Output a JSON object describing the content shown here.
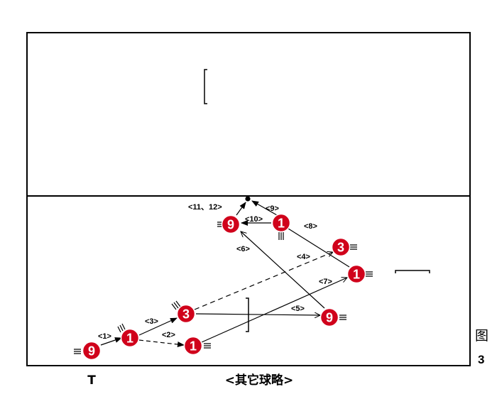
{
  "caption": "<其它球略>",
  "figure": {
    "char": "图",
    "number": "3"
  },
  "setter_mark": "T",
  "players": [
    {
      "id": "p9a",
      "label": "9"
    },
    {
      "id": "p1a",
      "label": "1"
    },
    {
      "id": "p1b",
      "label": "1"
    },
    {
      "id": "p3a",
      "label": "3"
    },
    {
      "id": "p9b",
      "label": "9"
    },
    {
      "id": "p1c",
      "label": "1"
    },
    {
      "id": "p3b",
      "label": "3"
    },
    {
      "id": "p9c",
      "label": "9"
    },
    {
      "id": "p1d",
      "label": "1"
    }
  ],
  "step_labels": [
    {
      "id": "s1",
      "text": "<1>"
    },
    {
      "id": "s2",
      "text": "<2>"
    },
    {
      "id": "s3",
      "text": "<3>"
    },
    {
      "id": "s4",
      "text": "<4>"
    },
    {
      "id": "s5",
      "text": "<5>"
    },
    {
      "id": "s6",
      "text": "<6>"
    },
    {
      "id": "s7",
      "text": "<7>"
    },
    {
      "id": "s8",
      "text": "<8>"
    },
    {
      "id": "s9",
      "text": "<9>"
    },
    {
      "id": "s10",
      "text": "<10>"
    },
    {
      "id": "s11",
      "text": "<11、12>"
    }
  ],
  "colors": {
    "player_fill": "#d0021b",
    "line": "#000000",
    "background": "#ffffff"
  }
}
